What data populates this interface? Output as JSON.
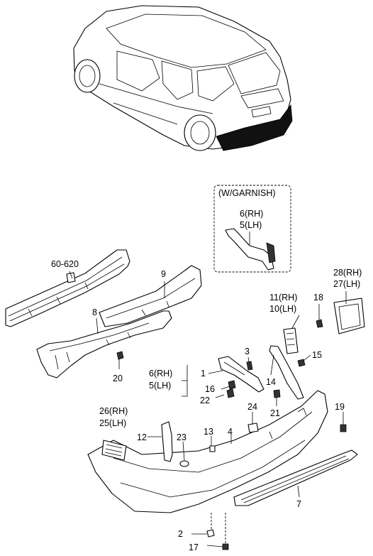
{
  "inset": {
    "title": "(W/GARNISH)"
  },
  "callouts": [
    {
      "id": "p60620",
      "text": "60-620"
    },
    {
      "id": "p9",
      "text": "9"
    },
    {
      "id": "p8",
      "text": "8"
    },
    {
      "id": "p20",
      "text": "20"
    },
    {
      "id": "p6rh_inset",
      "text": "6(RH)"
    },
    {
      "id": "p5lh_inset",
      "text": "5(LH)"
    },
    {
      "id": "p28rh",
      "text": "28(RH)"
    },
    {
      "id": "p27lh",
      "text": "27(LH)"
    },
    {
      "id": "p11rh",
      "text": "11(RH)"
    },
    {
      "id": "p10lh",
      "text": "10(LH)"
    },
    {
      "id": "p18",
      "text": "18"
    },
    {
      "id": "p3",
      "text": "3"
    },
    {
      "id": "p15",
      "text": "15"
    },
    {
      "id": "p6rh",
      "text": "6(RH)"
    },
    {
      "id": "p5lh",
      "text": "5(LH)"
    },
    {
      "id": "p1",
      "text": "1"
    },
    {
      "id": "p16",
      "text": "16"
    },
    {
      "id": "p22",
      "text": "22"
    },
    {
      "id": "p14",
      "text": "14"
    },
    {
      "id": "p21",
      "text": "21"
    },
    {
      "id": "p19",
      "text": "19"
    },
    {
      "id": "p24",
      "text": "24"
    },
    {
      "id": "p26rh",
      "text": "26(RH)"
    },
    {
      "id": "p25lh",
      "text": "25(LH)"
    },
    {
      "id": "p12",
      "text": "12"
    },
    {
      "id": "p23",
      "text": "23"
    },
    {
      "id": "p13",
      "text": "13"
    },
    {
      "id": "p4",
      "text": "4"
    },
    {
      "id": "p7",
      "text": "7"
    },
    {
      "id": "p2",
      "text": "2"
    },
    {
      "id": "p17",
      "text": "17"
    }
  ]
}
